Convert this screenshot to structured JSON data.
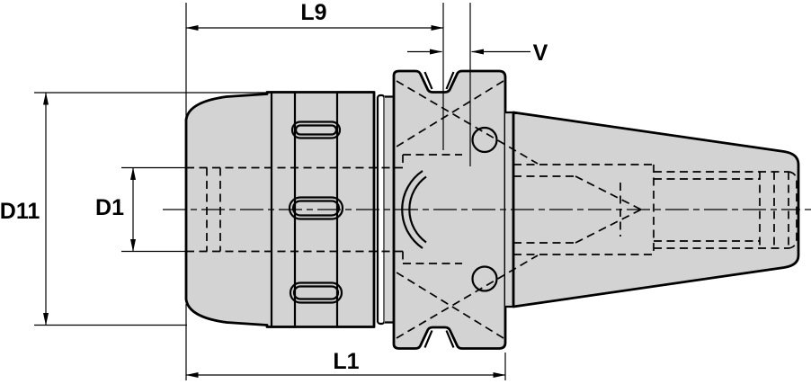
{
  "drawing": {
    "background": "#ffffff",
    "part_fill": "#d3d3d3",
    "line_color": "#000000",
    "dimension_labels": {
      "l9": "L9",
      "v": "V",
      "d11": "D11",
      "d1": "D1",
      "l1": "L1"
    }
  }
}
